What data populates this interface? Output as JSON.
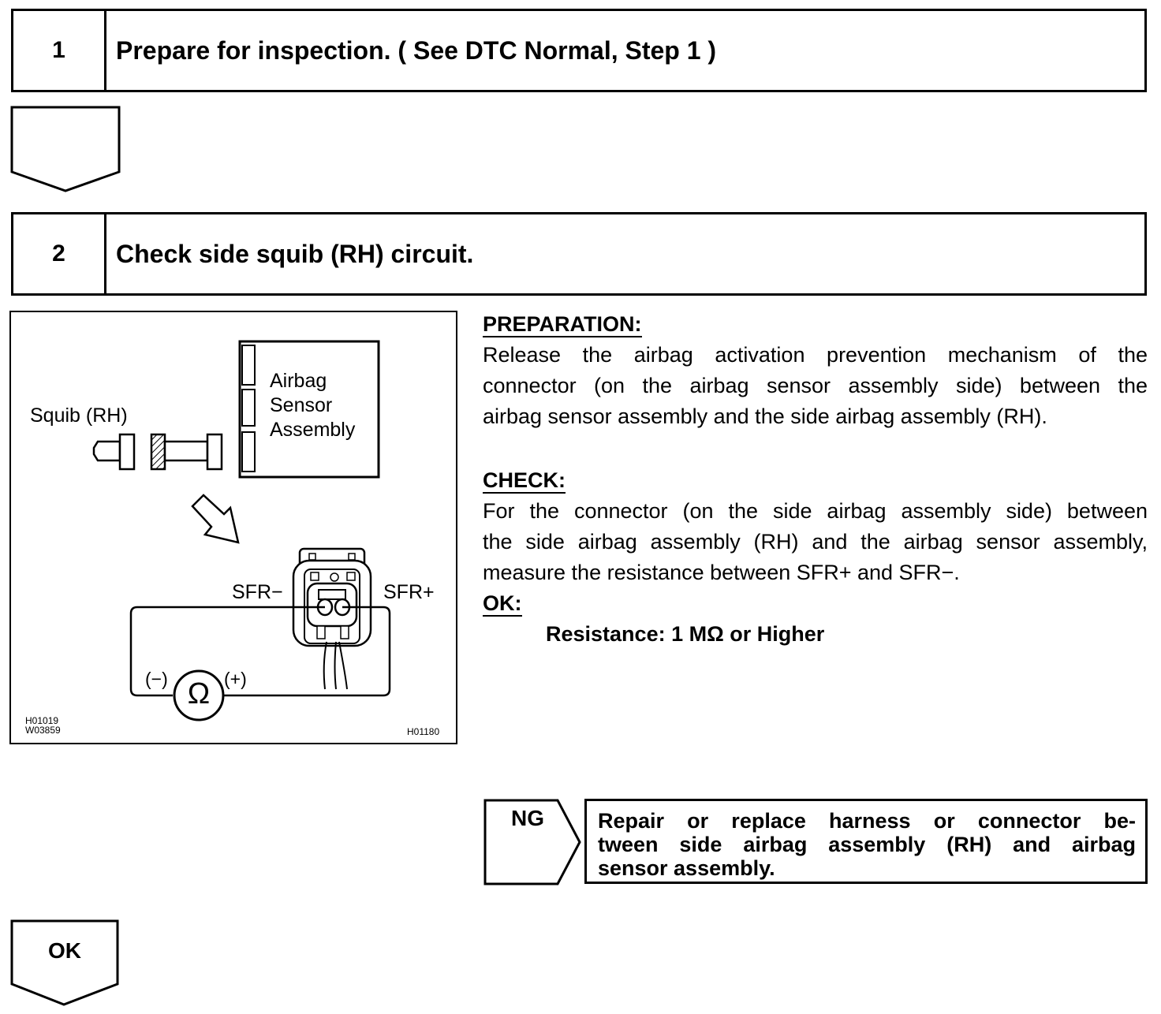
{
  "step1": {
    "number": "1",
    "title": "Prepare for inspection. ( See DTC Normal, Step 1 )"
  },
  "step2": {
    "number": "2",
    "title": "Check side squib (RH) circuit."
  },
  "figure": {
    "squib_label": "Squib (RH)",
    "sensor_label_line1": "Airbag",
    "sensor_label_line2": "Sensor",
    "sensor_label_line3": "Assembly",
    "terminal_minus": "SFR−",
    "terminal_plus": "SFR+",
    "meter_minus": "(−)",
    "meter_plus": "(+)",
    "meter_symbol": "Ω",
    "code_left_1": "H01019",
    "code_left_2": "W03859",
    "code_right": "H01180"
  },
  "preparation": {
    "heading": "PREPARATION:",
    "line1": "Release the airbag activation prevention mechanism of the",
    "line2": "connector (on the airbag sensor assembly side) between the",
    "line3": "airbag sensor assembly and the side airbag assembly (RH)."
  },
  "check": {
    "heading": "CHECK:",
    "line1": "For the connector (on the side airbag assembly side) between",
    "line2": "the side airbag assembly (RH) and the airbag sensor assembly,",
    "line3": "measure the resistance between SFR+ and SFR−."
  },
  "ok_spec": {
    "heading": "OK:",
    "value": "Resistance: 1 MΩ or Higher"
  },
  "ng": {
    "label": "NG",
    "remedy_line1": "Repair or replace harness or connector be-",
    "remedy_line2": "tween side airbag assembly (RH) and airbag",
    "remedy_line3": "sensor assembly."
  },
  "ok_label": "OK"
}
